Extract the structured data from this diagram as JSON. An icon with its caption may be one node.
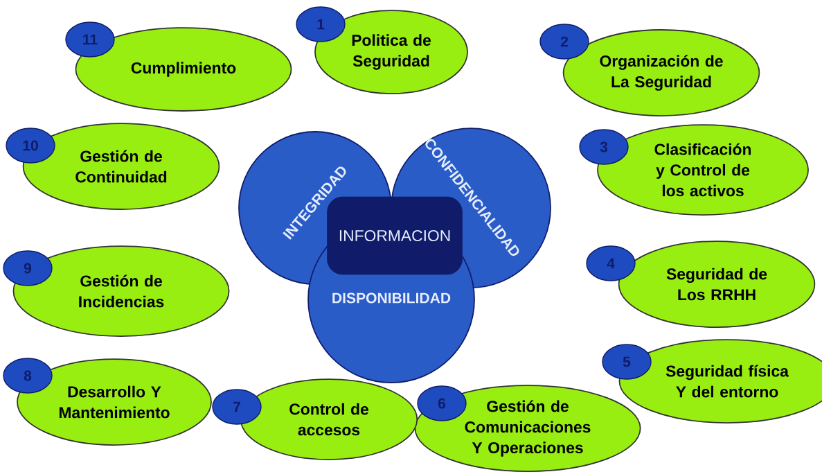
{
  "diagram": {
    "nodes": [
      {
        "text": [
          "INTEGRIDAD"
        ]
      },
      {
        "text": [
          "CONFIDENCIALIDAD"
        ]
      },
      {
        "text": [
          "DISPONIBILIDAD"
        ]
      },
      {
        "text": [
          "INFORMACION"
        ]
      },
      {
        "text": [
          "1",
          "Politica de Seguridad"
        ]
      },
      {
        "text": [
          "2",
          "Organización de La Seguridad"
        ]
      },
      {
        "text": [
          "3",
          "Clasificación y Control de los activos"
        ]
      },
      {
        "text": [
          "4",
          "Seguridad de Los RRHH"
        ]
      },
      {
        "text": [
          "5",
          "Seguridad física Y del entorno"
        ]
      },
      {
        "text": [
          "6",
          "Gestión de Comunicaciones Y Operaciones"
        ]
      },
      {
        "text": [
          "7",
          "Control de accesos"
        ]
      },
      {
        "text": [
          "8",
          "Desarrollo Y Mantenimiento"
        ]
      },
      {
        "text": [
          "9",
          "Gestión de Incidencias"
        ]
      },
      {
        "text": [
          "10",
          "Gestión de Continuidad"
        ]
      },
      {
        "text": [
          "11",
          "Cumplimiento"
        ]
      }
    ]
  }
}
